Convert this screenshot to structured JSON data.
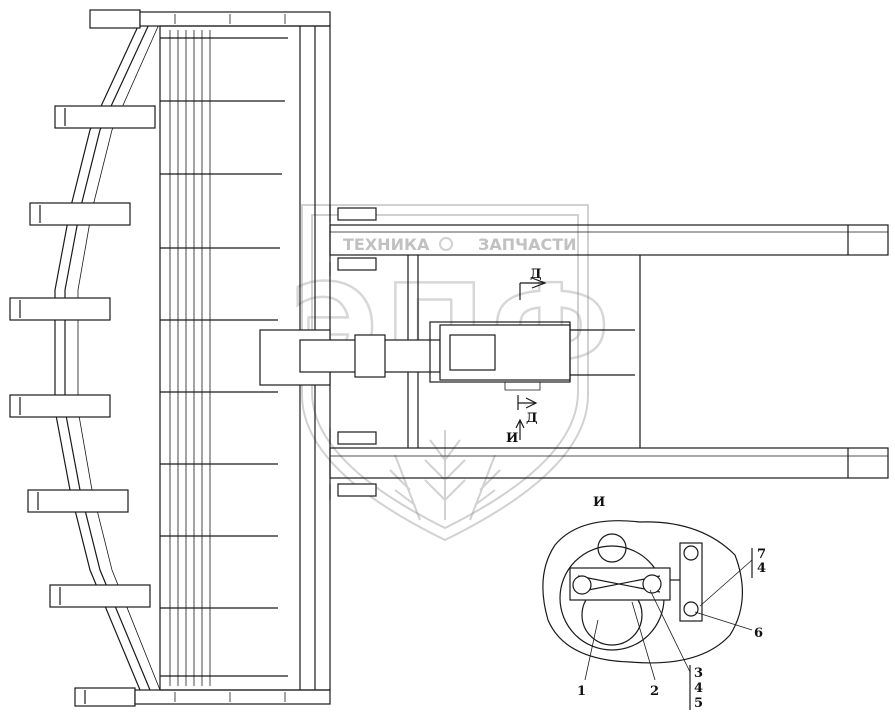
{
  "watermark": {
    "text_left": "ТЕХНИКА",
    "text_right": "ЗАПЧАСТИ",
    "logo": "ЭПФ"
  },
  "callouts": {
    "section_d_top": "Д",
    "section_d_bottom": "Д",
    "view_i_arrow": "И",
    "view_i_title": "И"
  },
  "detail_labels": {
    "p1": "1",
    "p2": "2",
    "p345_a": "3",
    "p345_b": "4",
    "p345_c": "5",
    "p6": "6",
    "p74_a": "7",
    "p74_b": "4"
  }
}
